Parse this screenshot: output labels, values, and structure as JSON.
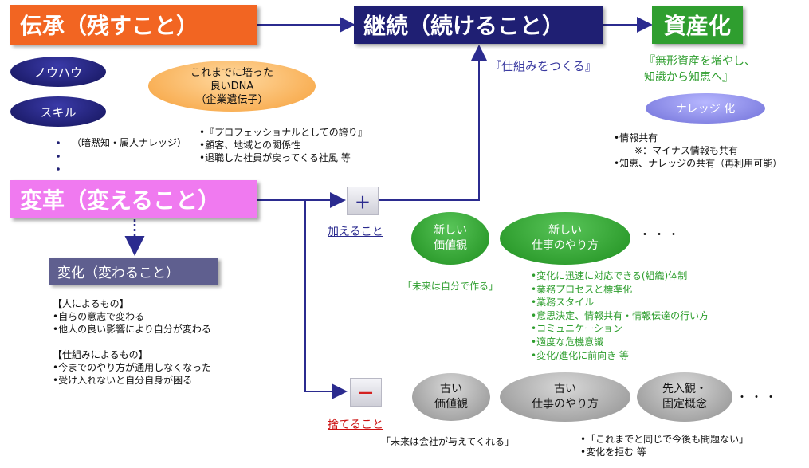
{
  "headers": {
    "tradition": "伝承（残すこと）",
    "continuation": "継続（続けること）",
    "assetization": "資産化",
    "reform": "変革（変えること）",
    "change": "変化（変わること）"
  },
  "ovals": {
    "knowhow": "ノウハウ",
    "skill": "スキル",
    "dna_line1": "これまでに培った",
    "dna_line2": "良いDNA",
    "dna_line3": "（企業遺伝子）",
    "knowledge": "ナレッジ 化",
    "new_values_1": "新しい",
    "new_values_2": "価値観",
    "new_work_1": "新しい",
    "new_work_2": "仕事のやり方",
    "old_values_1": "古い",
    "old_values_2": "価値観",
    "old_work_1": "古い",
    "old_work_2": "仕事のやり方",
    "preconception_1": "先入観・",
    "preconception_2": "固定概念"
  },
  "labels": {
    "tacit": "（暗黙知・属人ナレッジ）",
    "make_system": "『仕組みをつくる』",
    "intangible_1": "『無形資産を増やし、",
    "intangible_2": "知識から知恵へ』",
    "add": "加えること",
    "discard": "捨てること",
    "plus_sign": "＋",
    "minus_sign": "—",
    "future_self": "「未来は自分で作る」",
    "future_company": "「未来は会社が与えてくれる」",
    "dots_new": "・・・",
    "dots_old": "・・・"
  },
  "dna_notes": [
    "•『プロフェッショナルとしての誇り』",
    "•顧客、地域との関係性",
    "•退職した社員が戻ってくる社風  等"
  ],
  "knowledge_notes": [
    "•情報共有",
    "※：マイナス情報も共有",
    "•知恵、ナレッジの共有（再利用可能）"
  ],
  "change_notes": [
    "【人によるもの】",
    "•自らの意志で変わる",
    "•他人の良い影響により自分が変わる",
    "",
    "【仕組みによるもの】",
    "•今までのやり方が通用しなくなった",
    "•受け入れないと自分自身が困る"
  ],
  "new_way_notes": [
    "•変化に迅速に対応できる(組織)体制",
    "•業務プロセスと標準化",
    "•業務スタイル",
    "•意思決定、情報共有・情報伝達の行い方",
    "•コミュニケーション",
    "•適度な危機意識",
    "•変化/進化に前向き 等"
  ],
  "old_way_notes": [
    "•「これまでと同じで今後も問題ない」",
    "•変化を拒む 等"
  ],
  "colors": {
    "orange": "#f26522",
    "navy": "#1f1f73",
    "green": "#2f9e2f",
    "magenta": "#f07af0",
    "slate": "#5f5f8f",
    "arrow": "#2b2b8f"
  }
}
